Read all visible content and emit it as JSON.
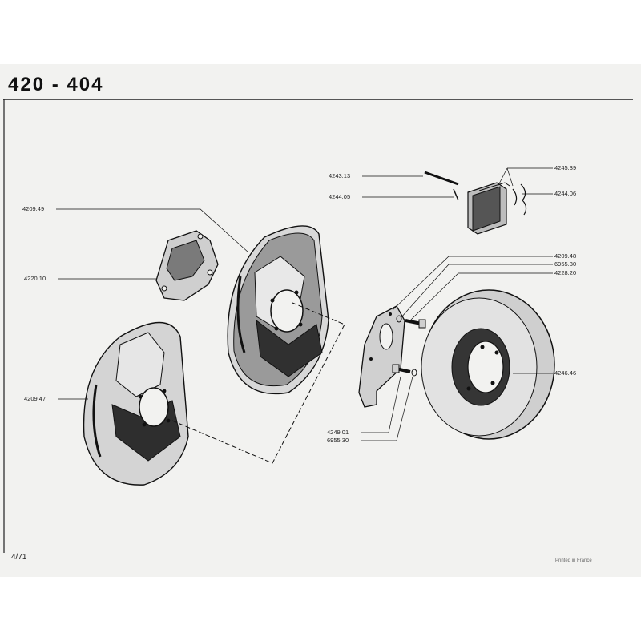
{
  "header": {
    "title": "420 - 404"
  },
  "footer": {
    "page_number": "4/71",
    "printed_note": "Printed in France"
  },
  "parts": {
    "p4243_13": "4243.13",
    "p4244_05": "4244.05",
    "p4245_39": "4245.39",
    "p4244_06": "4244.06",
    "p4209_49": "4209.49",
    "p4220_10": "4220.10",
    "p4209_48": "4209.48",
    "p6955_30_a": "6955.30",
    "p4228_20": "4228.20",
    "p4246_46": "4246.46",
    "p4209_47": "4209.47",
    "p4249_01": "4249.01",
    "p6955_30_b": "6955.30"
  }
}
